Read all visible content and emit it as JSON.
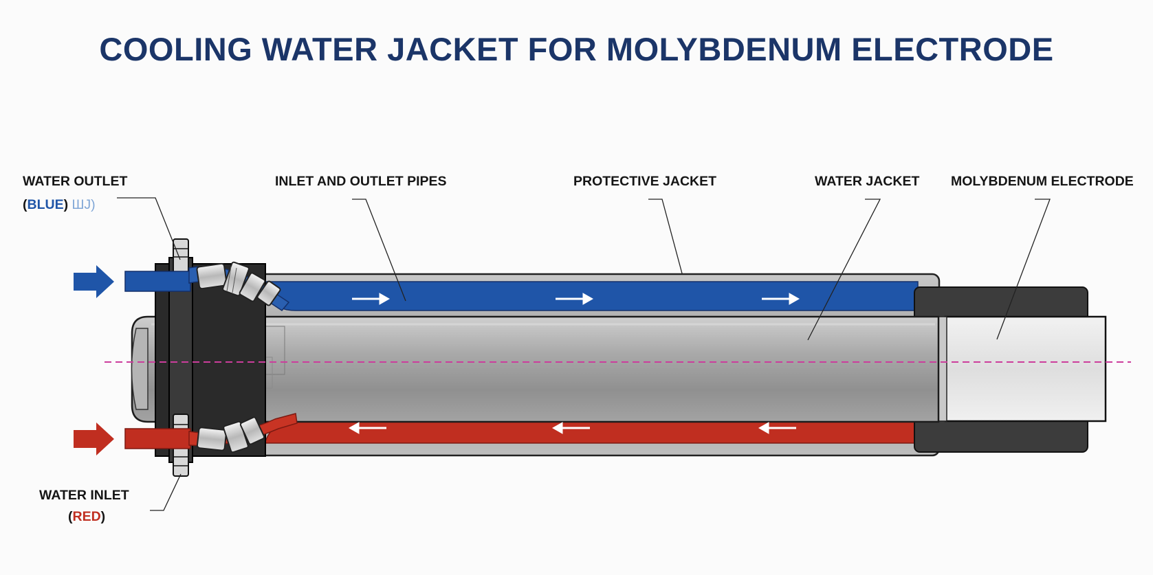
{
  "title": "COOLING WATER JACKET FOR MOLYBDENUM ELECTRODE",
  "labels": {
    "water_outlet": "WATER OUTLET",
    "water_outlet_open": "(",
    "water_outlet_color": "BLUE",
    "water_outlet_close": ")",
    "water_outlet_extra": "ШJ)",
    "inlet_outlet_pipes": "INLET AND OUTLET PIPES",
    "protective_jacket": "PROTECTIVE JACKET",
    "water_jacket": "WATER JACKET",
    "molybdenum_electrode": "MOLYBDENUM ELECTRODE",
    "water_inlet": "WATER INLET",
    "water_inlet_open": "(",
    "water_inlet_color": "RED",
    "water_inlet_close": ")"
  },
  "colors": {
    "title": "#1b3568",
    "outlet_flow": "#1f55a8",
    "inlet_flow": "#c02e20",
    "centerline": "#cc3d9c",
    "electrode_tip": "#e9e9e9",
    "sleeve": "#3c3c3c"
  },
  "flow": {
    "upper_direction": "right",
    "lower_direction": "left"
  }
}
